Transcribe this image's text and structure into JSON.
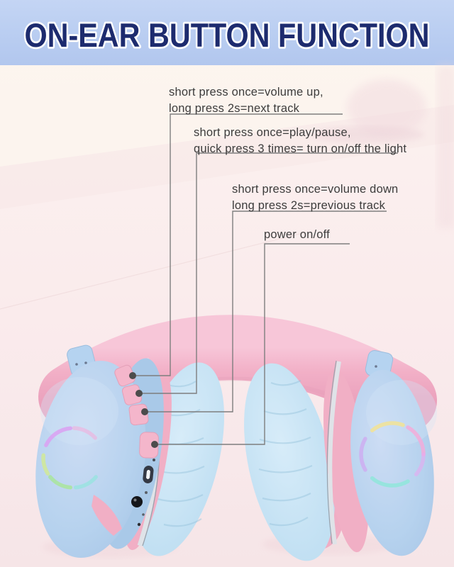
{
  "header": {
    "title": "ON-EAR BUTTON FUNCTION"
  },
  "annotations": {
    "volume_up": {
      "line1": "short press once=volume up,",
      "line2": "long press 2s=next track"
    },
    "play_pause": {
      "line1": "short press once=play/pause,",
      "line2": "quick press 3 times= turn on/off the light"
    },
    "volume_down": {
      "line1": "short press once=volume down",
      "line2": "long press 2s=previous track"
    },
    "power": {
      "label": "power on/off"
    }
  },
  "device": {
    "buttons": [
      "volume-up-button",
      "play-pause-button",
      "volume-down-button",
      "power-button"
    ],
    "ports_and_marks": [
      "led-indicator",
      "usb-c-port",
      "mic-hole",
      "aux-jack",
      "pin-hole",
      "screw-dot"
    ]
  },
  "colors": {
    "header_bg": "#b9cdf1",
    "header_text": "#1d2b6e",
    "page_background": "#fbeff0",
    "headband_pink": "#f2b3c8",
    "earcup_shell_blue": "#b6d2ee",
    "cushion_blue": "#c3e0f3",
    "button_pink": "#f4b6cb",
    "trim_silver": "#dfe3e8",
    "callout_line": "#7e7e7e",
    "callout_dot": "#4c4c4c",
    "led_ring": [
      "#d9a3f2",
      "#f6a9d8",
      "#a9e59b",
      "#8fe6db",
      "#f2e394"
    ]
  }
}
